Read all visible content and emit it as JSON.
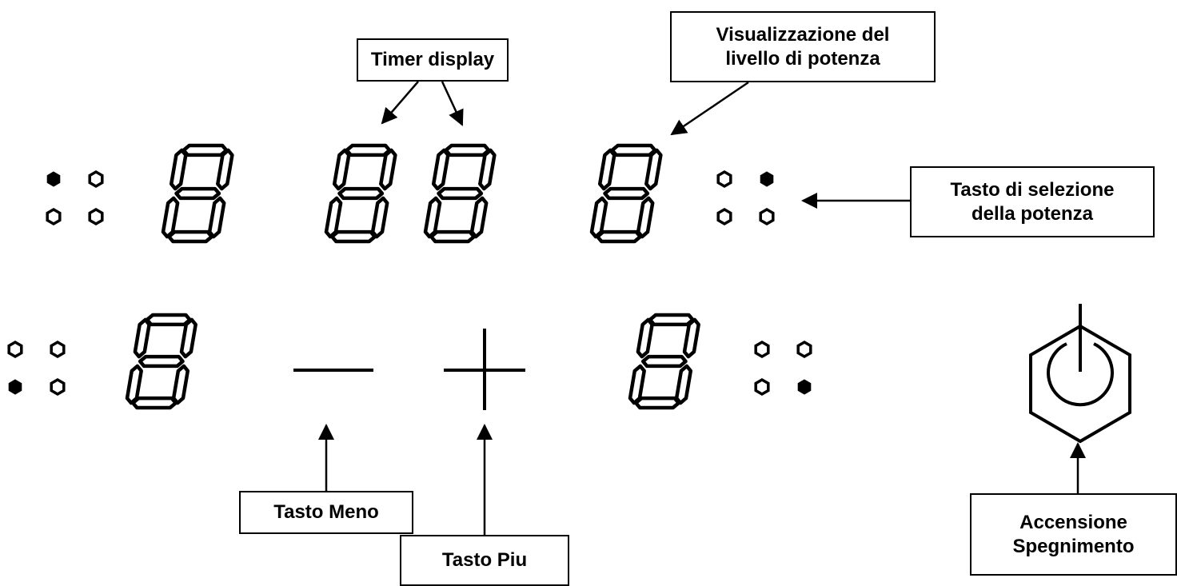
{
  "labels": {
    "timer_display": "Timer display",
    "power_level_display": [
      "Visualizzazione del",
      "livello di potenza"
    ],
    "power_select_key": [
      "Tasto di selezione",
      "della potenza"
    ],
    "minus_key": "Tasto Meno",
    "plus_key": "Tasto Piu",
    "on_off": [
      "Accensione",
      "Spegnimento"
    ]
  },
  "zones": [
    {
      "id": "top-left",
      "active_dot": "top-left"
    },
    {
      "id": "top-right",
      "active_dot": "top-right"
    },
    {
      "id": "bottom-left",
      "active_dot": "bottom-left"
    },
    {
      "id": "bottom-right",
      "active_dot": "bottom-right"
    }
  ],
  "icons": [
    "hexagon-dot-icon",
    "seven-segment-digit-icon",
    "minus-icon",
    "plus-icon",
    "power-icon",
    "arrow-icon"
  ],
  "colors": {
    "ink": "#000000",
    "background": "#ffffff"
  }
}
